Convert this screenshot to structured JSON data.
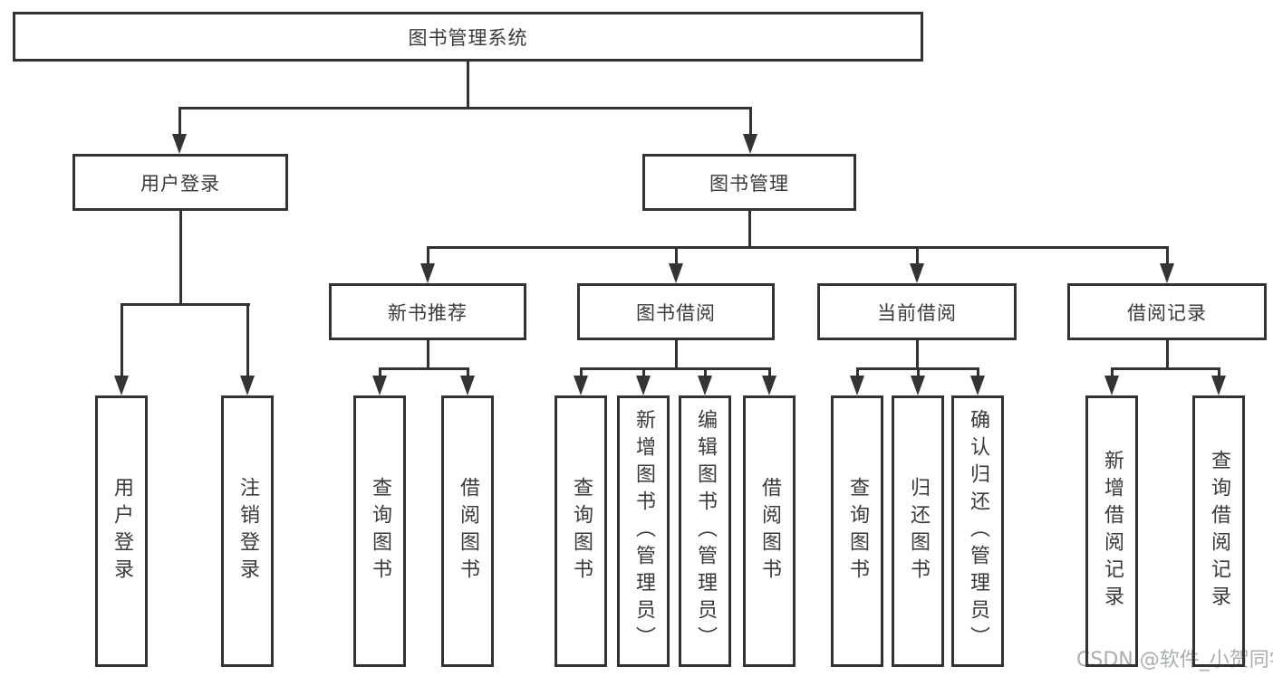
{
  "diagram": {
    "title": "图书管理系统",
    "root": {
      "label": "图书管理系统"
    },
    "branches": [
      {
        "label": "用户登录",
        "children": [
          {
            "label": "用户登录"
          },
          {
            "label": "注销登录"
          }
        ]
      },
      {
        "label": "图书管理",
        "children": [
          {
            "label": "新书推荐",
            "children": [
              {
                "label": "查询图书"
              },
              {
                "label": "借阅图书"
              }
            ]
          },
          {
            "label": "图书借阅",
            "children": [
              {
                "label": "查询图书"
              },
              {
                "label": "新增图书（管理员）"
              },
              {
                "label": "编辑图书（管理员）"
              },
              {
                "label": "借阅图书"
              }
            ]
          },
          {
            "label": "当前借阅",
            "children": [
              {
                "label": "查询图书"
              },
              {
                "label": "归还图书"
              },
              {
                "label": "确认归还（管理员）"
              }
            ]
          },
          {
            "label": "借阅记录",
            "children": [
              {
                "label": "新增借阅记录"
              },
              {
                "label": "查询借阅记录"
              }
            ]
          }
        ]
      }
    ]
  },
  "watermark": {
    "text": "CSDN @软件_小贺同学"
  },
  "colors": {
    "line": "#333333",
    "text": "#3a3a3a",
    "watermark": "#a9aeb1",
    "background": "#ffffff"
  }
}
